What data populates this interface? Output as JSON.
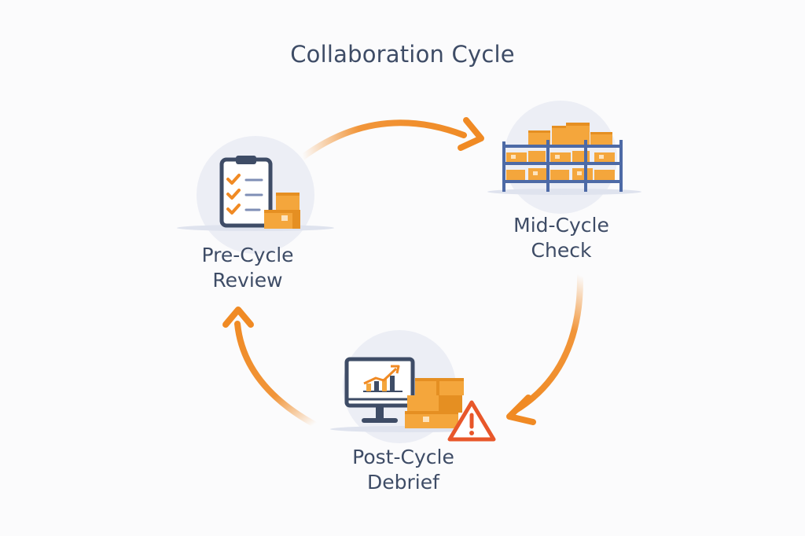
{
  "title": "Collaboration Cycle",
  "stages": [
    {
      "id": "pre",
      "line1": "Pre-Cycle",
      "line2": "Review",
      "icon": "clipboard-checklist-icon"
    },
    {
      "id": "mid",
      "line1": "Mid-Cycle",
      "line2": "Check",
      "icon": "warehouse-shelf-icon"
    },
    {
      "id": "post",
      "line1": "Post-Cycle",
      "line2": "Debrief",
      "icon": "monitor-chart-warning-icon"
    }
  ],
  "colors": {
    "accent": "#f08a24",
    "box": "#f4a63c",
    "box_dark": "#e58f22",
    "navy": "#3e4c66",
    "circle": "#eceef5",
    "warning": "#e8572a"
  }
}
